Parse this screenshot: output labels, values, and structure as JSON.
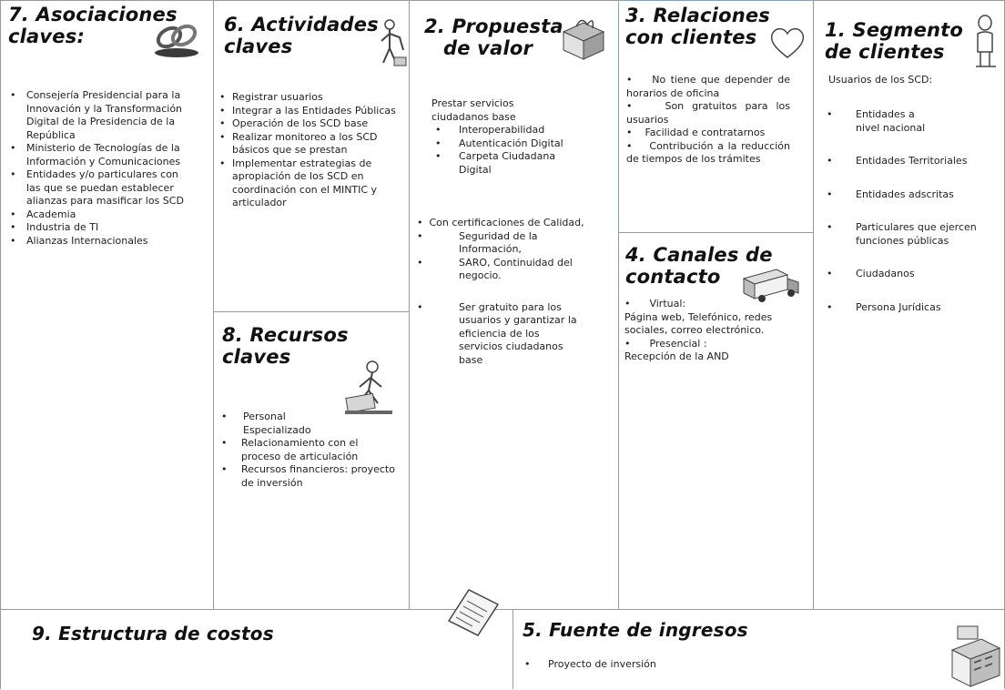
{
  "asociaciones": {
    "title_line1": "7. Asociaciones",
    "title_line2": "claves:",
    "items": [
      "Consejería Presidencial para la Innovación y la Transformación Digital de la Presidencia de la República",
      "Ministerio de Tecnologías de la Información y Comunicaciones",
      "Entidades y/o particulares con las que se puedan establecer alianzas para masificar los SCD",
      "Academia",
      "Industria de TI",
      "Alianzas Internacionales"
    ],
    "icon": "chain-links-icon"
  },
  "actividades": {
    "title_line1": "6. Actividades",
    "title_line2": "claves",
    "items": [
      "Registrar usuarios",
      "Integrar a las Entidades Públicas",
      "Operación de los  SCD base",
      "Realizar  monitoreo a los SCD básicos que se prestan",
      "Implementar estrategias de apropiación de los SCD en coordinación con el MINTIC y articulador"
    ],
    "icon": "worker-icon"
  },
  "recursos": {
    "title": "8. Recursos claves",
    "items": [
      "Personal Especializado",
      "Relacionamiento con el proceso de articulación",
      "Recursos financieros: proyecto de inversión"
    ],
    "icon": "worker-lifting-icon"
  },
  "propuesta": {
    "title_line1": "2. Propuesta",
    "title_line2": "de valor",
    "intro": "Prestar servicios ciudadanos base",
    "services": [
      "Interoperabilidad",
      "Autenticación Digital",
      "Carpeta Ciudadana Digital"
    ],
    "cert_intro": "Con certificaciones de Calidad,",
    "certs": [
      "Seguridad de la Información,",
      "SARO, Continuidad del negocio."
    ],
    "free": "Ser gratuito para los usuarios y garantizar la eficiencia de los servicios ciudadanos base",
    "icon": "gift-box-icon"
  },
  "relaciones": {
    "title_line1": "3. Relaciones",
    "title_line2": "con clientes",
    "items": [
      "No tiene que depender de horarios de oficina",
      "Son gratuitos para los usuarios",
      "Facilidad e contratarnos",
      "Contribución a la reducción de tiempos de los trámites"
    ],
    "icon": "heart-icon"
  },
  "canales": {
    "title_line1": "4. Canales de",
    "title_line2": "contacto",
    "virtual": "Virtual:",
    "virtual_detail": "Página web, Telefónico, redes sociales, correo electrónico.",
    "presencial": "Presencial :",
    "presencial_detail": "Recepción de la AND",
    "icon": "truck-icon"
  },
  "segmento": {
    "title_line1": "1. Segmento",
    "title_line2": "de clientes",
    "intro": "Usuarios de los SCD:",
    "items": [
      "Entidades a nivel nacional",
      "Entidades Territoriales",
      "Entidades adscritas",
      "Particulares que ejercen funciones públicas",
      "Ciudadanos",
      "Persona Jurídicas"
    ],
    "icon": "person-icon"
  },
  "costos": {
    "title": "9. Estructura de costos",
    "icon": "document-icon"
  },
  "ingresos": {
    "title": "5. Fuente de ingresos",
    "items": [
      "Proyecto de inversión"
    ],
    "icon": "cash-register-icon"
  }
}
